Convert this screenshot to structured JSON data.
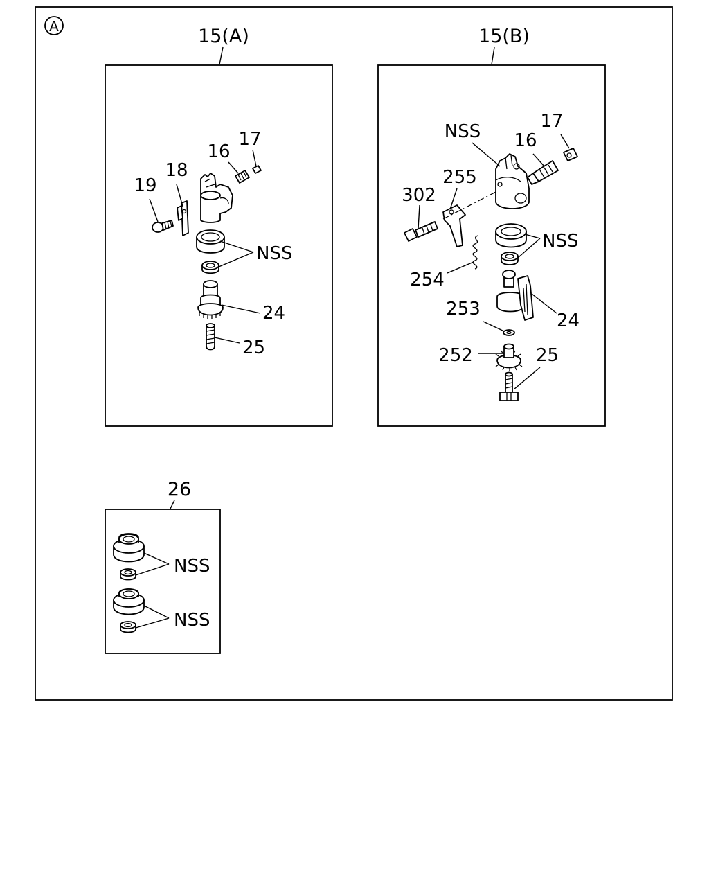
{
  "section_marker": "A",
  "group_a": {
    "title": "15(A)",
    "labels": {
      "p19": "19",
      "p18": "18",
      "p16": "16",
      "p17": "17",
      "nss": "NSS",
      "p24": "24",
      "p25": "25"
    }
  },
  "group_b": {
    "title": "15(B)",
    "labels": {
      "nss_top": "NSS",
      "p17": "17",
      "p16": "16",
      "p255": "255",
      "p302": "302",
      "nss": "NSS",
      "p254": "254",
      "p253": "253",
      "p24": "24",
      "p252": "252",
      "p25": "25"
    }
  },
  "group_26": {
    "title": "26",
    "labels": {
      "nss_1": "NSS",
      "nss_2": "NSS"
    }
  }
}
